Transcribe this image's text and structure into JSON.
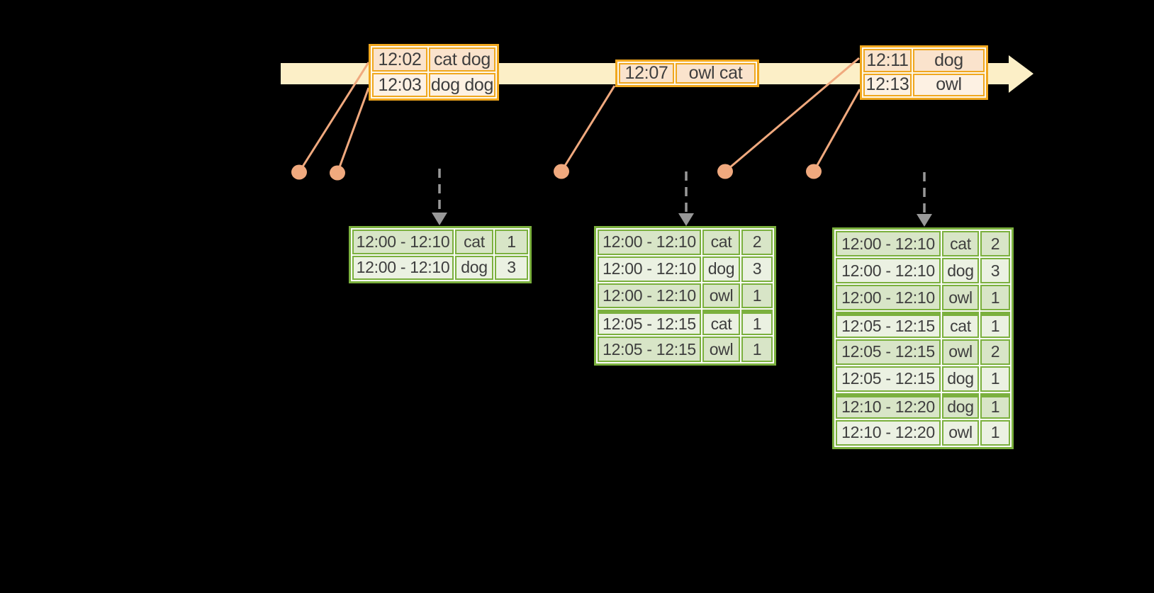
{
  "colors": {
    "background": "#000000",
    "band": "#FCEFC7",
    "event-border": "#F0A71E",
    "event-row-dark": "#FAE3CC",
    "event-row-light": "#FDF1E3",
    "event-gap": "#FEF8EA",
    "connector": "#F0A97E",
    "arrow-gray": "#989898",
    "result-border": "#7BB03E",
    "result-row-dark": "#D8E5C7",
    "result-row-light": "#EBF1E2",
    "result-gap": "#FAFBF7",
    "text": "#3E3E3E"
  },
  "event_tables": [
    {
      "rows": [
        {
          "time": "12:02",
          "words": "cat dog"
        },
        {
          "time": "12:03",
          "words": "dog dog"
        }
      ]
    },
    {
      "rows": [
        {
          "time": "12:07",
          "words": "owl cat"
        }
      ]
    },
    {
      "rows": [
        {
          "time": "12:11",
          "words": "dog"
        },
        {
          "time": "12:13",
          "words": "owl"
        }
      ]
    }
  ],
  "result_tables": [
    {
      "rows": [
        {
          "window": "12:00 - 12:10",
          "word": "cat",
          "count": "1"
        },
        {
          "window": "12:00 - 12:10",
          "word": "dog",
          "count": "3"
        }
      ]
    },
    {
      "rows": [
        {
          "window": "12:00 - 12:10",
          "word": "cat",
          "count": "2"
        },
        {
          "window": "12:00 - 12:10",
          "word": "dog",
          "count": "3"
        },
        {
          "window": "12:00 - 12:10",
          "word": "owl",
          "count": "1"
        },
        {
          "window": "12:05 - 12:15",
          "word": "cat",
          "count": "1",
          "group_start": true
        },
        {
          "window": "12:05 - 12:15",
          "word": "owl",
          "count": "1"
        }
      ]
    },
    {
      "rows": [
        {
          "window": "12:00 - 12:10",
          "word": "cat",
          "count": "2"
        },
        {
          "window": "12:00 - 12:10",
          "word": "dog",
          "count": "3"
        },
        {
          "window": "12:00 - 12:10",
          "word": "owl",
          "count": "1"
        },
        {
          "window": "12:05 - 12:15",
          "word": "cat",
          "count": "1",
          "group_start": true
        },
        {
          "window": "12:05 - 12:15",
          "word": "owl",
          "count": "2"
        },
        {
          "window": "12:05 - 12:15",
          "word": "dog",
          "count": "1"
        },
        {
          "window": "12:10 - 12:20",
          "word": "dog",
          "count": "1",
          "group_start": true
        },
        {
          "window": "12:10 - 12:20",
          "word": "owl",
          "count": "1"
        }
      ]
    }
  ]
}
